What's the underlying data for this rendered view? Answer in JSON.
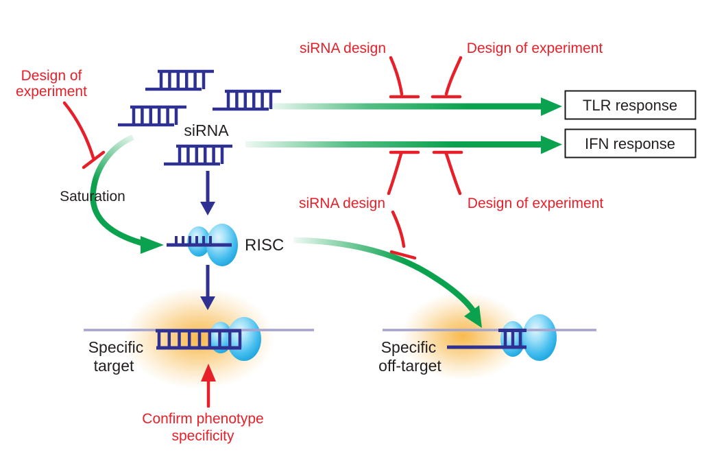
{
  "figure": {
    "type": "pathway-diagram",
    "topic": "siRNA specificity: control points for off-target and immune responses"
  },
  "colors": {
    "inhibition_red": "#e71f28",
    "pathway_green": "#0ba24f",
    "rna_navy": "#2e3192",
    "risc_blue": "#29abe2",
    "mrna_lavender": "#a5a3ce",
    "glow_orange": "#f6a81f",
    "text_black": "#231f20",
    "background": "#ffffff"
  },
  "labels": {
    "design_of_experiment_left": {
      "line1": "Design of",
      "line2": "experiment"
    },
    "sirna_pool": "siRNA",
    "sirna_design_top": "siRNA design",
    "design_of_experiment_top": "Design of experiment",
    "tlr_response": "TLR response",
    "ifn_response": "IFN response",
    "sirna_design_mid": "siRNA design",
    "design_of_experiment_mid": "Design of experiment",
    "saturation": "Saturation",
    "risc": "RISC",
    "specific_target": {
      "line1": "Specific",
      "line2": "target"
    },
    "specific_off_target": {
      "line1": "Specific",
      "line2": "off-target"
    },
    "confirm_phenotype": {
      "line1": "Confirm phenotype",
      "line2": "specificity"
    }
  }
}
